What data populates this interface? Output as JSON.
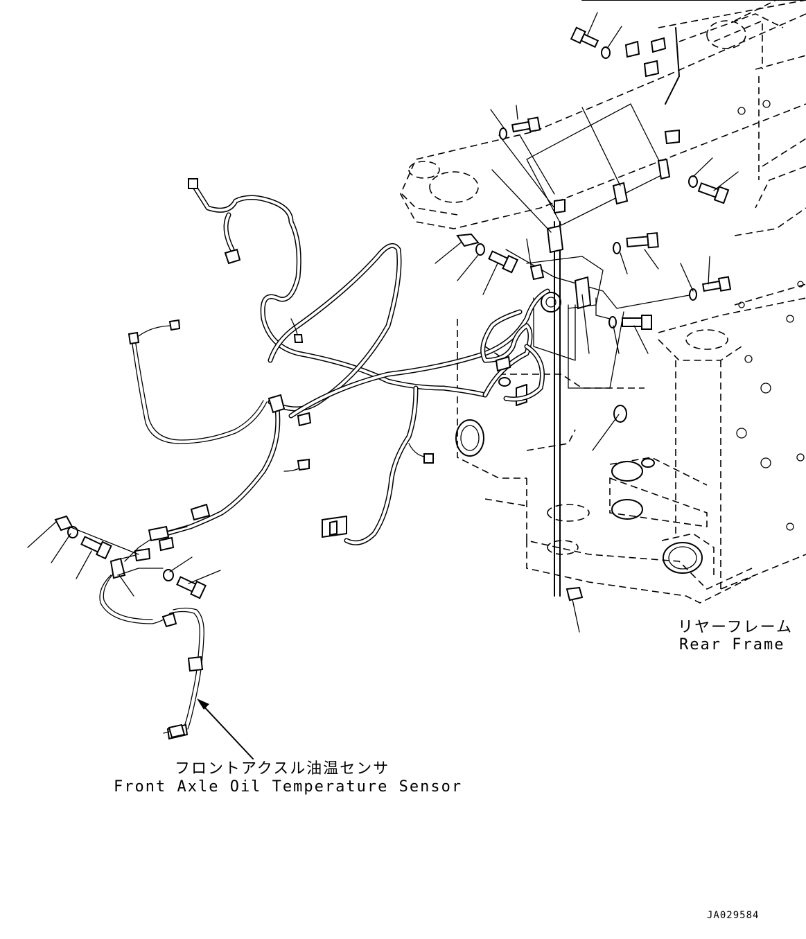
{
  "labels": {
    "rear_frame_jp": "リヤーフレーム",
    "rear_frame_en": "Rear Frame",
    "sensor_jp": "フロントアクスル油温センサ",
    "sensor_en": "Front Axle Oil Temperature Sensor",
    "drawing_code": "JA029584"
  }
}
